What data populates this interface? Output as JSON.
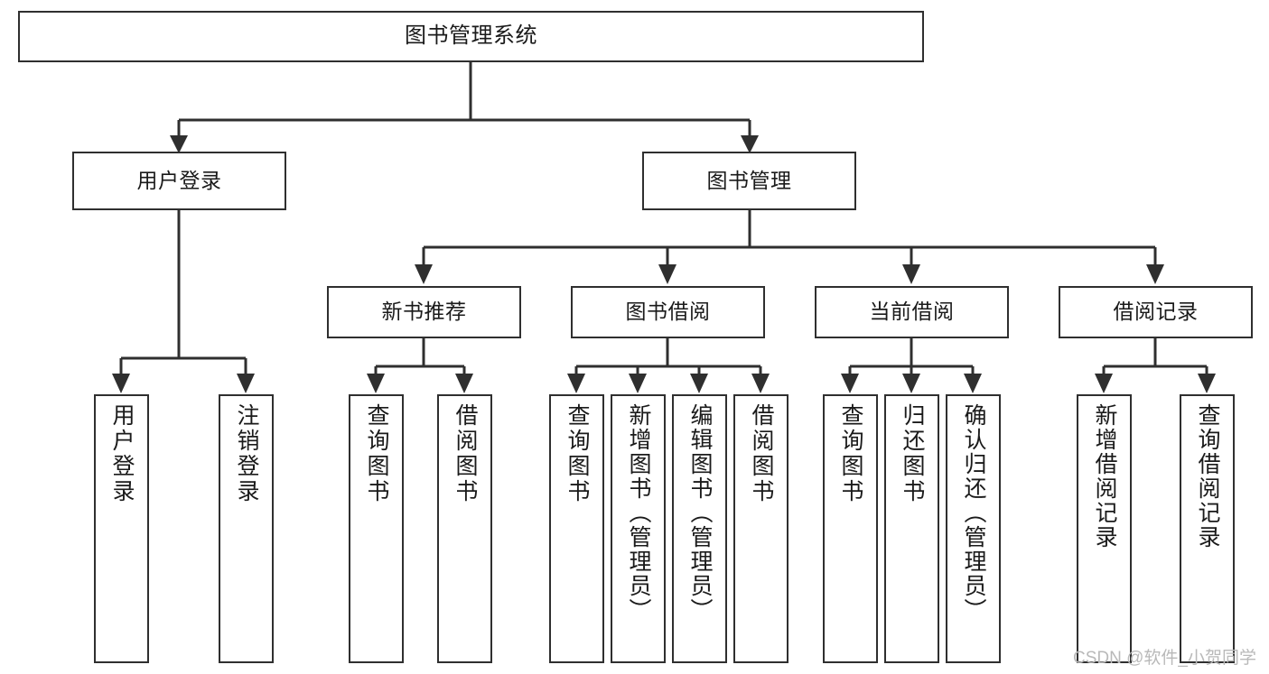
{
  "diagram": {
    "type": "tree-hierarchy",
    "title": "图书管理系统",
    "watermark": "CSDN @软件_小贺同学",
    "colors": {
      "box_border": "#2f2f2f",
      "box_fill": "#ffffff",
      "connector": "#2f2f2f",
      "text": "#1a1a1a",
      "watermark": "#b9b9b9",
      "background": "#ffffff"
    },
    "nodes": {
      "root": {
        "label": "图书管理系统"
      },
      "level2": [
        {
          "id": "user-login",
          "label": "用户登录"
        },
        {
          "id": "book-manage",
          "label": "图书管理"
        }
      ],
      "level3": [
        {
          "id": "new-book-recommend",
          "label": "新书推荐"
        },
        {
          "id": "book-borrow",
          "label": "图书借阅"
        },
        {
          "id": "current-borrow",
          "label": "当前借阅"
        },
        {
          "id": "borrow-record",
          "label": "借阅记录"
        }
      ],
      "leaves": {
        "user_login": [
          {
            "id": "leaf-user-login",
            "label": "用户登录"
          },
          {
            "id": "leaf-logout",
            "label": "注销登录"
          }
        ],
        "new_book_recommend": [
          {
            "id": "leaf-query-book-1",
            "label": "查询图书"
          },
          {
            "id": "leaf-borrow-book-1",
            "label": "借阅图书"
          }
        ],
        "book_borrow": [
          {
            "id": "leaf-query-book-2",
            "label": "查询图书"
          },
          {
            "id": "leaf-add-book",
            "label": "新增图书（管理员）"
          },
          {
            "id": "leaf-edit-book",
            "label": "编辑图书（管理员）"
          },
          {
            "id": "leaf-borrow-book-2",
            "label": "借阅图书"
          }
        ],
        "current_borrow": [
          {
            "id": "leaf-query-book-3",
            "label": "查询图书"
          },
          {
            "id": "leaf-return-book",
            "label": "归还图书"
          },
          {
            "id": "leaf-confirm-return",
            "label": "确认归还（管理员）"
          }
        ],
        "borrow_record": [
          {
            "id": "leaf-add-record",
            "label": "新增借阅记录"
          },
          {
            "id": "leaf-query-record",
            "label": "查询借阅记录"
          }
        ]
      }
    }
  }
}
